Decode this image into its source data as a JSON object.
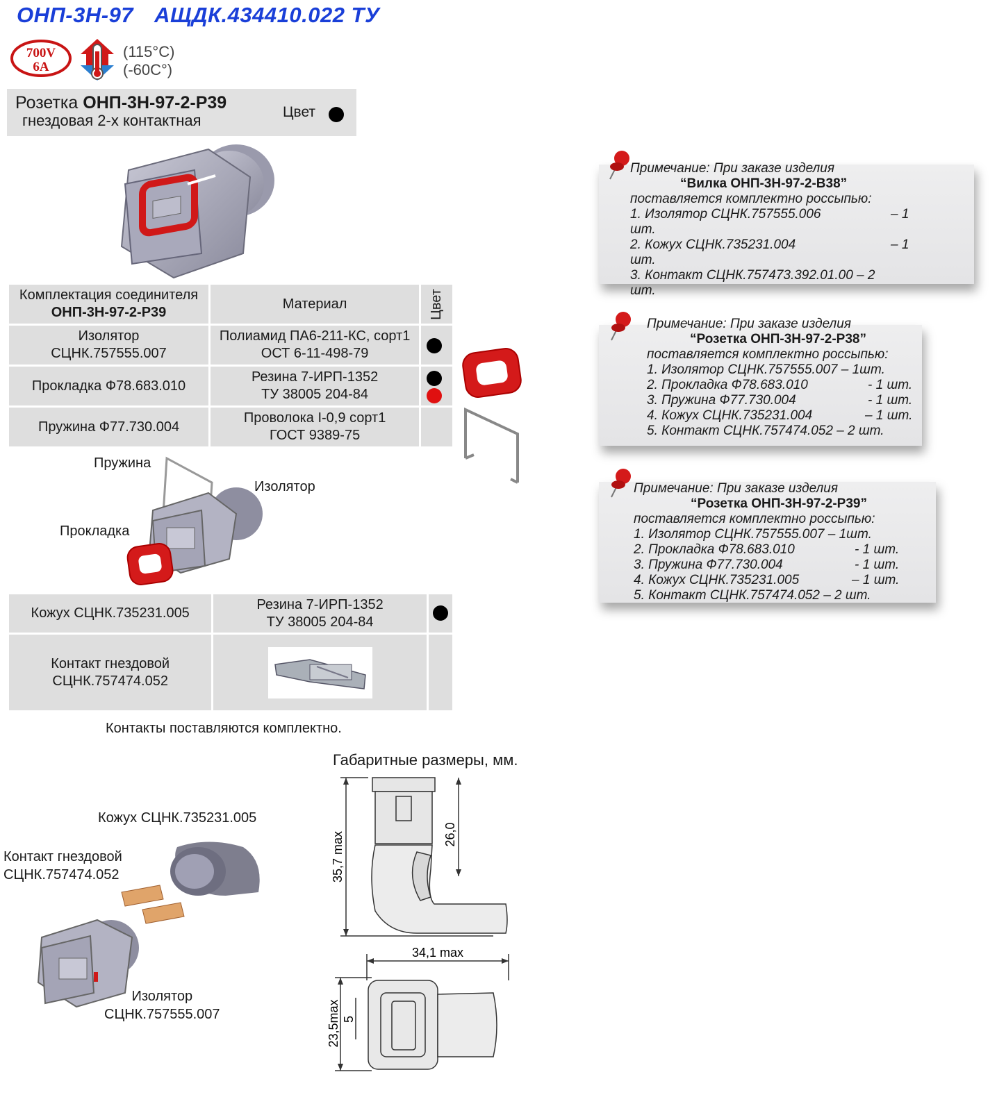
{
  "header": {
    "title_left": "ОНП-3Н-97",
    "title_right": "АЩДК.434410.022 ТУ"
  },
  "badge": {
    "voltage": "700V",
    "current": "6A"
  },
  "temperature": {
    "max": "(115°C)",
    "min": "(-60C°)"
  },
  "product": {
    "type_word": "Розетка",
    "model": "ОНП-3Н-97-2-Р39",
    "subtitle": "гнездовая 2-х контактная",
    "color_label": "Цвет"
  },
  "table": {
    "headers": {
      "col1_line1": "Комплектация соединителя",
      "col1_line2": "ОНП-3Н-97-2-Р39",
      "col2": "Материал",
      "col3": "Цвет"
    },
    "rows": [
      {
        "part_l1": "Изолятор",
        "part_l2": "СЦНК.757555.007",
        "mat_l1": "Полиамид ПА6-211-КС, сорт1",
        "mat_l2": "ОСТ 6-11-498-79"
      },
      {
        "part_l1": "Прокладка Ф78.683.010",
        "part_l2": "",
        "mat_l1": "Резина 7-ИРП-1352",
        "mat_l2": "ТУ 38005 204-84"
      },
      {
        "part_l1": "Пружина Ф77.730.004",
        "part_l2": "",
        "mat_l1": "Проволока I-0,9 сорт1",
        "mat_l2": "ГОСТ 9389-75"
      }
    ],
    "rows2": [
      {
        "part_l1": "Кожух СЦНК.735231.005",
        "part_l2": "",
        "mat_l1": "Резина 7-ИРП-1352",
        "mat_l2": "ТУ 38005 204-84"
      },
      {
        "part_l1": "Контакт гнездовой",
        "part_l2": "СЦНК.757474.052",
        "mat_l1": "",
        "mat_l2": ""
      }
    ]
  },
  "colors": {
    "black": "#000000",
    "red": "#e01010",
    "title_blue": "#1a3fd8"
  },
  "assembly_labels": {
    "spring": "Пружина",
    "isolator": "Изолятор",
    "gasket": "Прокладка"
  },
  "footer_note": "Контакты поставляются комплектно.",
  "dimensions": {
    "title": "Габаритные размеры, мм.",
    "h_max": "35,7 max",
    "h_26": "26,0",
    "w_max": "34,1 max",
    "h_23": "23,5max",
    "h_5": "5"
  },
  "lower_labels": {
    "cover": "Кожух СЦНК.735231.005",
    "contact_l1": "Контакт гнездовой",
    "contact_l2": "СЦНК.757474.052",
    "iso_l1": "Изолятор",
    "iso_l2": "СЦНК.757555.007"
  },
  "notes": [
    {
      "l1": "Примечание: При заказе изделия",
      "l2": "“Вилка ОНП-3Н-97-2-В38”",
      "l3": "поставляется комплектно россыпью:",
      "items": [
        "1. Изолятор СЦНК.757555.006",
        "2. Кожух СЦНК.735231.004",
        "3. Контакт СЦНК.757473.392.01.00 – 2"
      ],
      "qty": [
        "– 1",
        "– 1",
        ""
      ],
      "unit": "шт."
    },
    {
      "l1": "Примечание: При заказе изделия",
      "l2": "“Розетка ОНП-3Н-97-2-Р38”",
      "l3": "поставляется комплектно россыпью:",
      "items": [
        "1. Изолятор СЦНК.757555.007 – 1шт.",
        "2. Прокладка Ф78.683.010",
        "3. Пружина Ф77.730.004",
        "4. Кожух СЦНК.735231.004",
        "5. Контакт СЦНК.757474.052 – 2 шт."
      ],
      "qty": [
        "",
        "- 1 шт.",
        "- 1 шт.",
        "– 1 шт.",
        ""
      ]
    },
    {
      "l1": "Примечание: При заказе изделия",
      "l2": "“Розетка ОНП-3Н-97-2-Р39”",
      "l3": "поставляется комплектно россыпью:",
      "items": [
        "1. Изолятор СЦНК.757555.007 – 1шт.",
        "2. Прокладка Ф78.683.010",
        "3. Пружина Ф77.730.004",
        "4. Кожух СЦНК.735231.005",
        "5. Контакт СЦНК.757474.052 – 2 шт."
      ],
      "qty": [
        "",
        "- 1 шт.",
        "- 1 шт.",
        "– 1 шт.",
        ""
      ]
    }
  ]
}
